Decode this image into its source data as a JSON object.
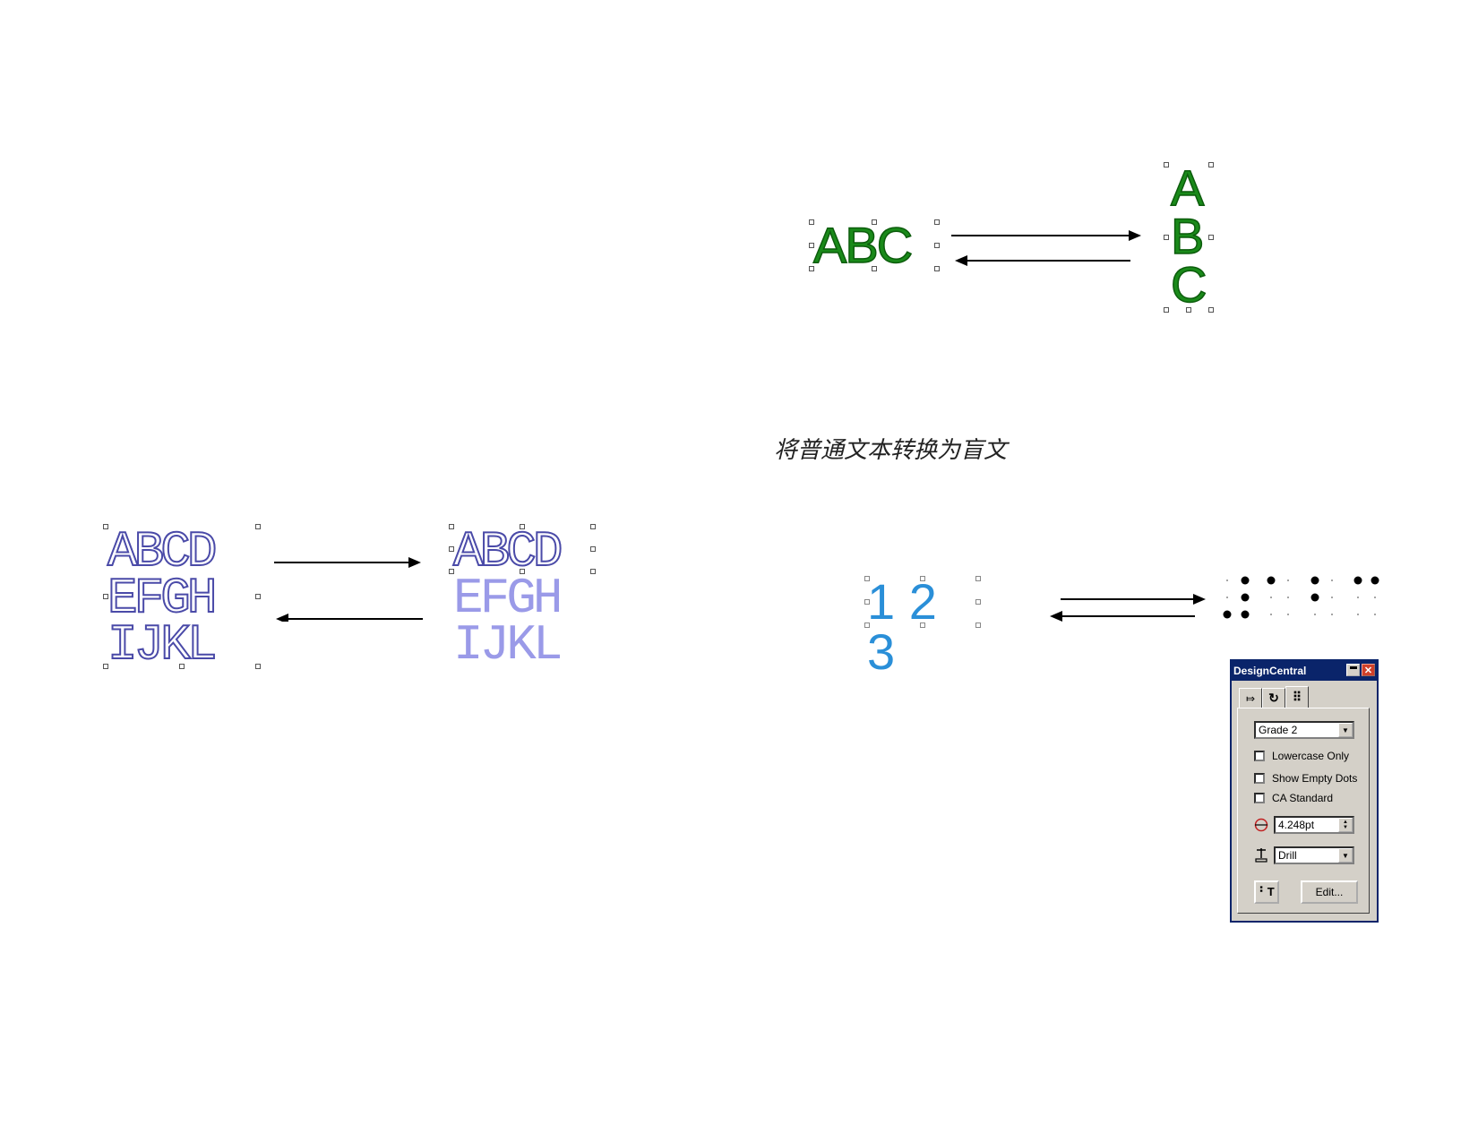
{
  "top_group": {
    "horizontal_text": "ABC",
    "vertical_letters": [
      "A",
      "B",
      "C"
    ],
    "text_color": "#1a8a1a"
  },
  "caption": "将普通文本转换为盲文",
  "left_group": {
    "source_lines": [
      "ABCD",
      "EFGH",
      "IJKL"
    ],
    "result_lines": [
      "ABCD",
      "EFGH",
      "IJKL"
    ],
    "source_color": "#4a4aa8",
    "result_color": "#9a9ae8"
  },
  "numbers_group": {
    "digits": "1 2 3",
    "digit_color": "#2a8fd8"
  },
  "design_central": {
    "title": "DesignCentral",
    "grade_select": "Grade 2",
    "lowercase_label": "Lowercase Only",
    "empty_dots_label": "Show Empty Dots",
    "ca_label": "CA Standard",
    "size_value": "4.248pt",
    "tool_select": "Drill",
    "edit_label": "Edit..."
  }
}
